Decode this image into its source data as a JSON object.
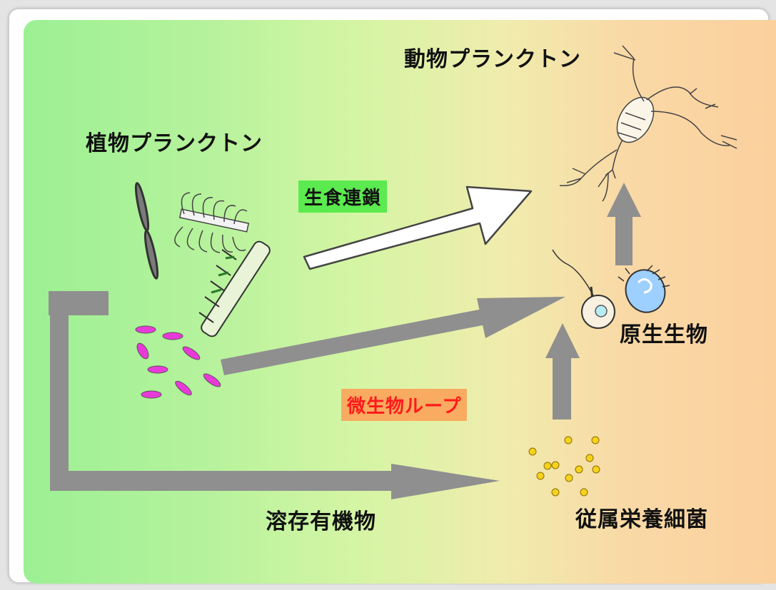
{
  "labels": {
    "zooplankton": "動物プランクトン",
    "phytoplankton": "植物プランクトン",
    "grazing_chain": "生食連鎖",
    "protists": "原生生物",
    "microbial_loop": "微生物ループ",
    "dissolved_organic_matter": "溶存有機物",
    "heterotrophic_bacteria": "従属栄養細菌"
  },
  "colors": {
    "arrow_gray": "#8f8f8f",
    "arrow_white": "#ffffff",
    "grazing_chip": "#5bea4f",
    "loop_chip": "#f8ab61",
    "loop_text": "#ff1a1a",
    "pico_cells": "#e83ad8",
    "bacteria": "#f6d21c"
  }
}
